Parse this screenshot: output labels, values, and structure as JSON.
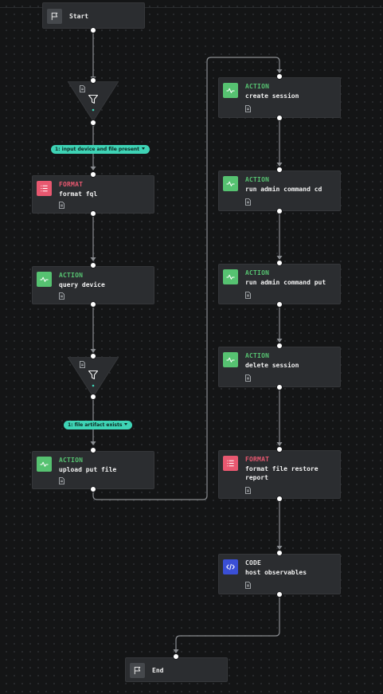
{
  "colors": {
    "action": "#56c271",
    "format": "#e85870",
    "code": "#3a4fd6",
    "label": "#3ed3b5",
    "wire": "#8a8d91"
  },
  "icons": {
    "start": "flag-icon",
    "end": "flag-icon",
    "action": "activity-icon",
    "format": "list-icon",
    "code": "code-icon",
    "filter": "funnel-icon",
    "doc": "document-icon"
  },
  "nodes": {
    "start": {
      "title": "Start"
    },
    "format_fql": {
      "type": "FORMAT",
      "title": "format fql"
    },
    "query_device": {
      "type": "ACTION",
      "title": "query device"
    },
    "upload_put_file": {
      "type": "ACTION",
      "title": "upload put file"
    },
    "create_session": {
      "type": "ACTION",
      "title": "create session"
    },
    "run_admin_cd": {
      "type": "ACTION",
      "title": "run admin command cd"
    },
    "run_admin_put": {
      "type": "ACTION",
      "title": "run admin command put"
    },
    "delete_session": {
      "type": "ACTION",
      "title": "delete session"
    },
    "format_report": {
      "type": "FORMAT",
      "title": "format file restore\nreport"
    },
    "host_observables": {
      "type": "CODE",
      "title": "host observables"
    },
    "end": {
      "title": "End"
    }
  },
  "labels": {
    "filter1": "1: input device and file present",
    "filter2": "1: file artifact exists"
  }
}
